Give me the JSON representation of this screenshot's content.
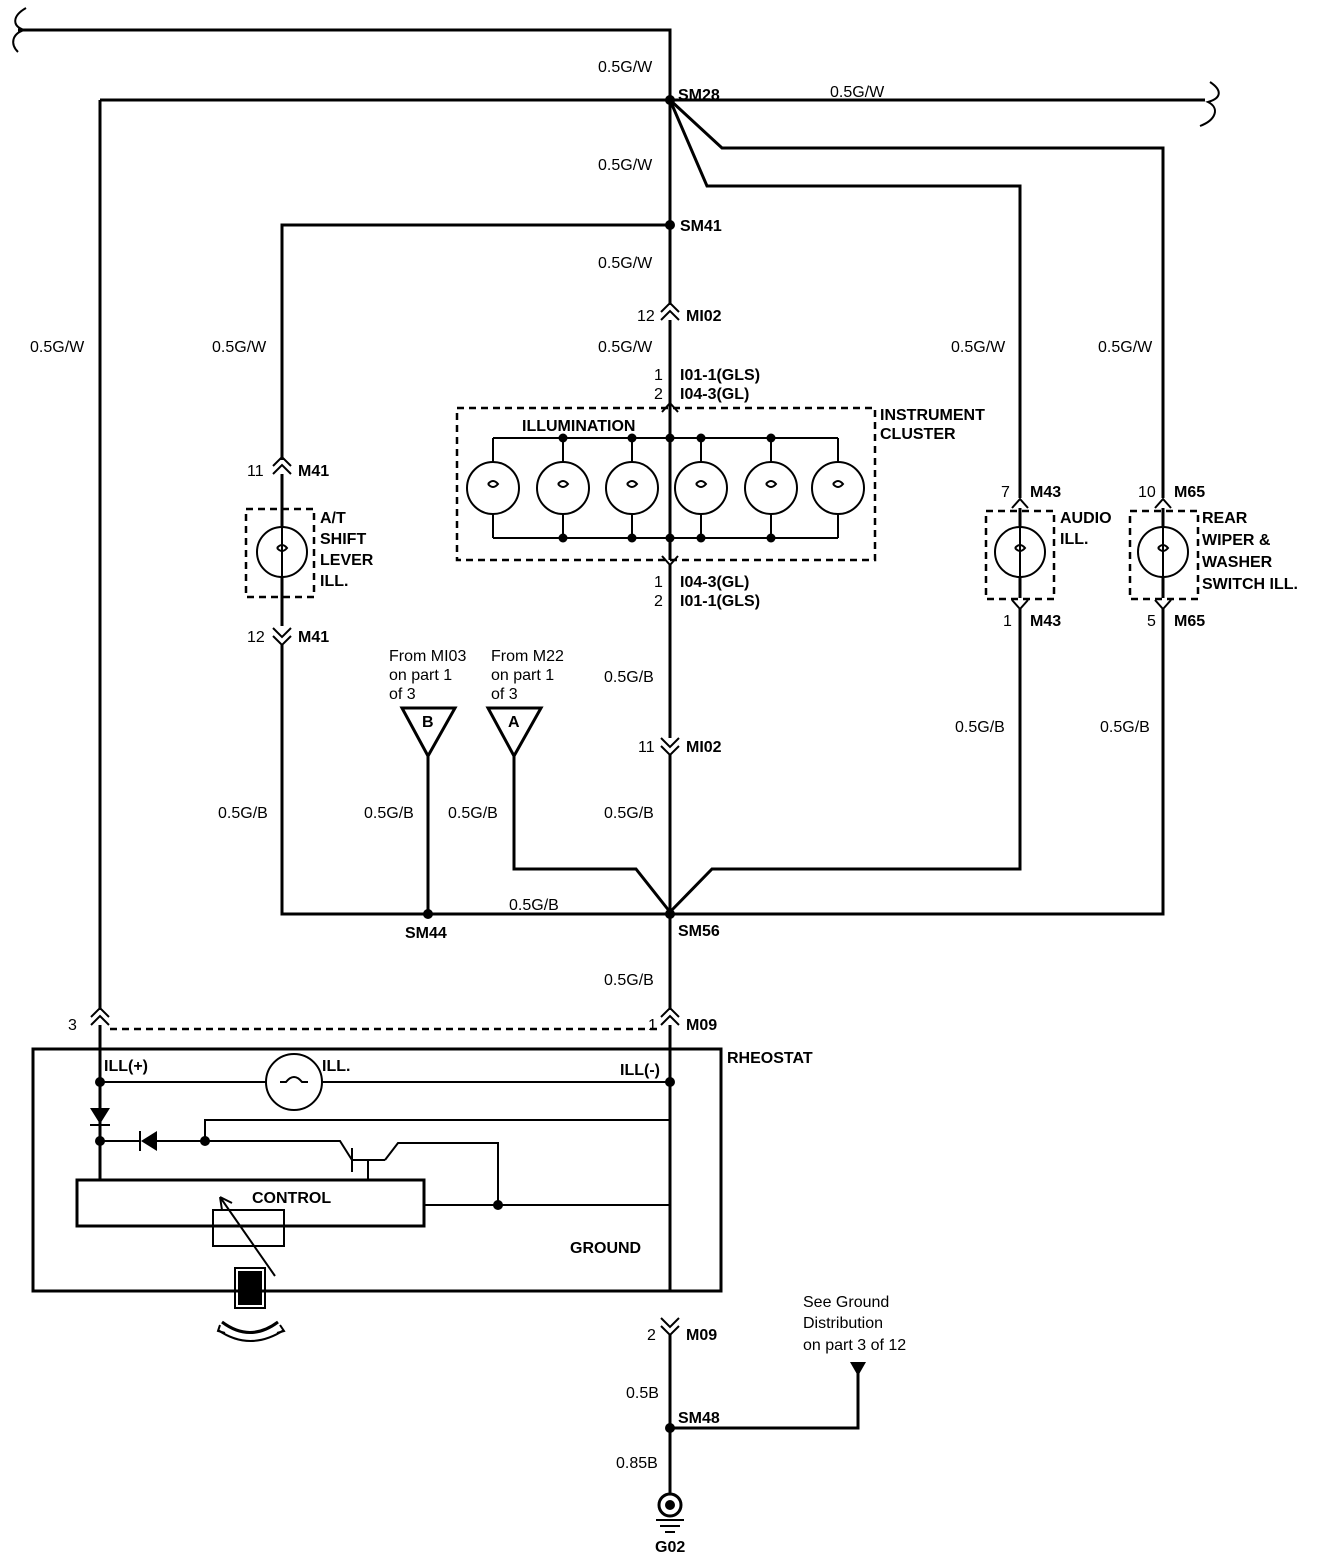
{
  "wires": {
    "gw": "0.5G/W",
    "gb": "0.5G/B",
    "b05": "0.5B",
    "b085": "0.85B"
  },
  "splices": {
    "sm28": "SM28",
    "sm41": "SM41",
    "sm44": "SM44",
    "sm56": "SM56",
    "sm48": "SM48"
  },
  "connectors": {
    "mi02": "MI02",
    "m41": "M41",
    "m43": "M43",
    "m65": "M65",
    "m09": "M09",
    "i01": "I01-1(GLS)",
    "i04": "I04-3(GL)",
    "pins": {
      "p1": "1",
      "p2": "2",
      "p3": "3",
      "p5": "5",
      "p7": "7",
      "p10": "10",
      "p11": "11",
      "p12": "12"
    }
  },
  "components": {
    "illumination": "ILLUMINATION",
    "cluster": [
      "INSTRUMENT",
      "CLUSTER"
    ],
    "at_shift": [
      "A/T",
      "SHIFT",
      "LEVER",
      "ILL."
    ],
    "audio": [
      "AUDIO",
      "ILL."
    ],
    "rear_wiper": [
      "REAR",
      "WIPER &",
      "WASHER",
      "SWITCH ILL."
    ],
    "rheostat": "RHEOSTAT",
    "ill_plus": "ILL(+)",
    "ill_minus": "ILL(-)",
    "ill": "ILL.",
    "control": "CONTROL",
    "ground": "GROUND",
    "g02": "G02"
  },
  "references": {
    "from_b": [
      "From MI03",
      "on part 1",
      "of 3"
    ],
    "from_a": [
      "From M22",
      "on part 1",
      "of 3"
    ],
    "ref_b": "B",
    "ref_a": "A",
    "ground_dist": [
      "See Ground",
      "Distribution",
      "on part 3 of 12"
    ]
  }
}
